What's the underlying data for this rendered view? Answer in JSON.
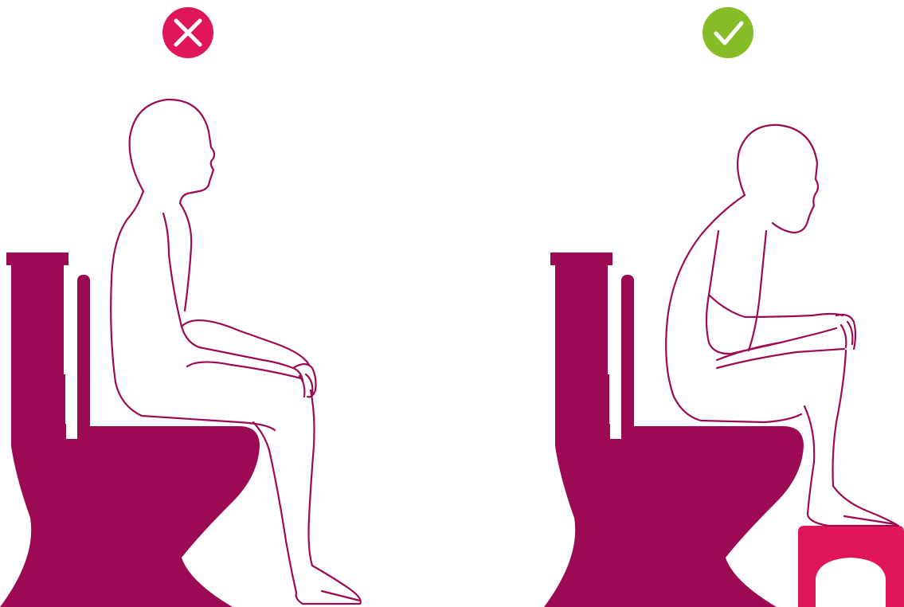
{
  "panels": [
    {
      "id": "incorrect",
      "status": "incorrect",
      "status_icon": "cross-icon",
      "stool": false
    },
    {
      "id": "correct",
      "status": "correct",
      "status_icon": "check-icon",
      "stool": true
    }
  ],
  "colors": {
    "toilet": "#9b0a53",
    "figure_line": "#9b0a53",
    "cross_badge": "#e0155a",
    "check_badge": "#86bc25",
    "stool": "#e0155a",
    "background": "#ffffff"
  }
}
